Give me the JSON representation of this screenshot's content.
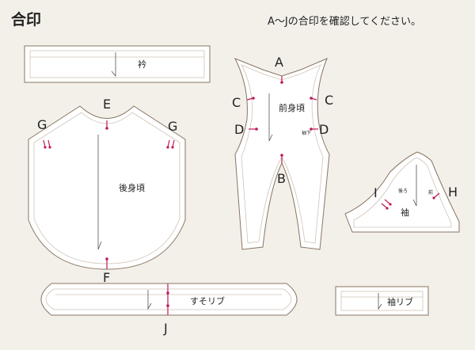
{
  "title": "合印",
  "instruction": "A～Jの合印を確認してください。",
  "pieces": {
    "collar": "衿",
    "back_body": "後身頃",
    "front_body": "前身頃",
    "sleeve": "袖",
    "hem_rib": "すそリブ",
    "cuff_rib": "袖リブ"
  },
  "small_labels": {
    "front_armpit": "袖下",
    "sleeve_back": "後ろ",
    "sleeve_front": "前"
  },
  "marks": {
    "a": "A",
    "b": "B",
    "c": "C",
    "d": "D",
    "e": "E",
    "f": "F",
    "g": "G",
    "h": "H",
    "i": "I",
    "j": "J"
  },
  "colors": {
    "notch": "#c2185b",
    "outline": "#8a7560",
    "background": "#f3f0ea"
  }
}
